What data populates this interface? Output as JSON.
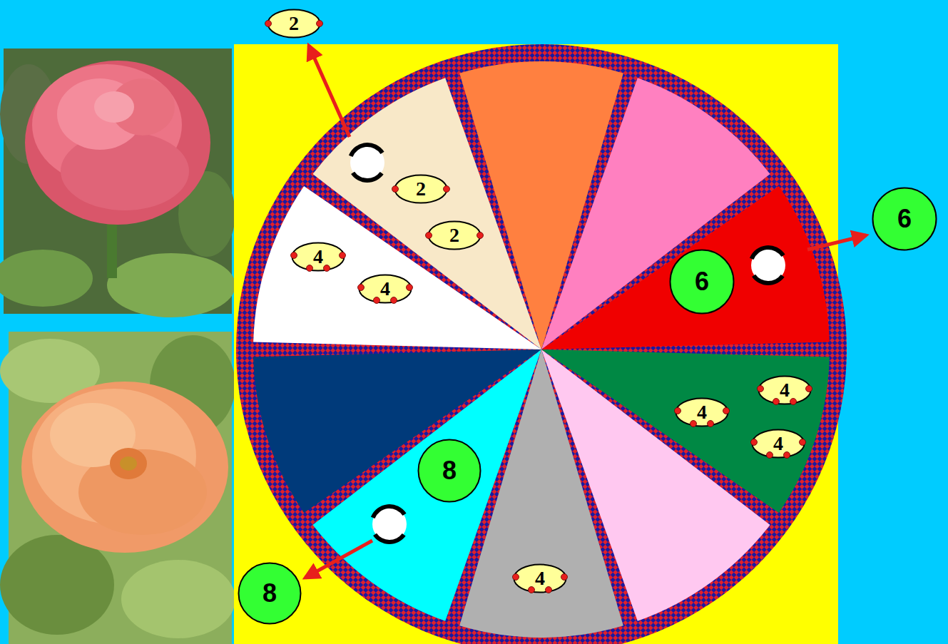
{
  "diagram": {
    "nodes": [
      {
        "text": [
          "2"
        ]
      },
      {
        "text": [
          "2"
        ]
      },
      {
        "text": [
          "6"
        ]
      },
      {
        "text": [
          "2"
        ]
      },
      {
        "text": [
          "4"
        ]
      },
      {
        "text": [
          "6"
        ]
      },
      {
        "text": [
          "4"
        ]
      },
      {
        "text": [
          "4"
        ]
      },
      {
        "text": [
          "4"
        ]
      },
      {
        "text": [
          "4"
        ]
      },
      {
        "text": [
          "8"
        ]
      },
      {
        "text": [
          "4"
        ]
      },
      {
        "text": [
          "8"
        ]
      }
    ]
  }
}
